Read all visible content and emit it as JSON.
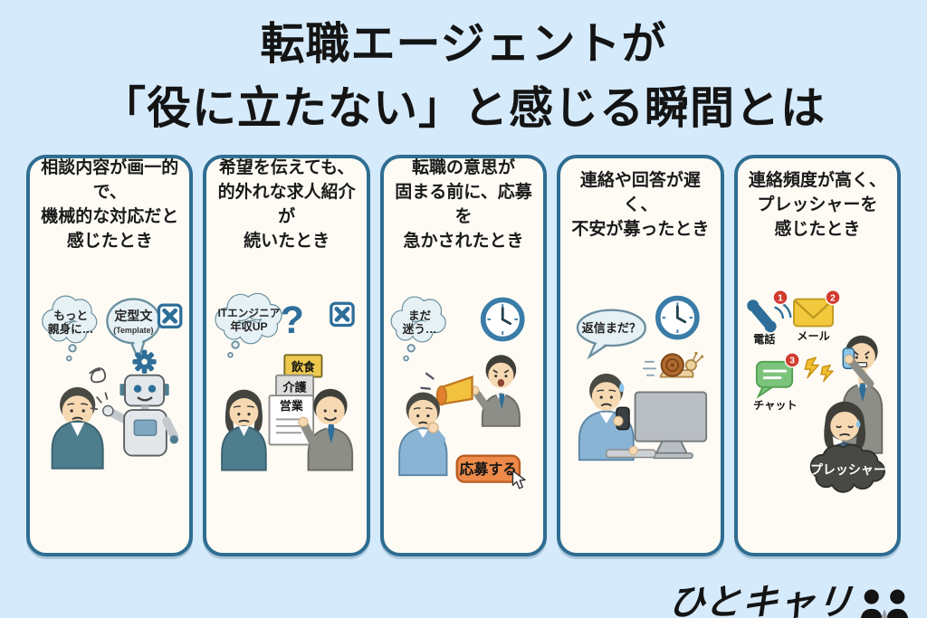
{
  "title": {
    "lines": [
      "転職エージェントが",
      "「役に立たない」と感じる瞬間とは"
    ]
  },
  "panels": [
    {
      "id": "uniform-response",
      "heading_lines": [
        "相談内容が画一的で、",
        "機械的な対応だと",
        "感じたとき"
      ],
      "thought_bubble_lines": [
        "もっと",
        "親身に…"
      ],
      "speech_bubble_lines": [
        "定型文",
        "(Template)"
      ]
    },
    {
      "id": "irrelevant-jobs",
      "heading_lines": [
        "希望を伝えても、",
        "的外れな求人紹介が",
        "続いたとき"
      ],
      "thought_bubble_lines": [
        "ITエンジニア",
        "年収UP"
      ],
      "question_mark": "?",
      "job_cards": [
        "飲食",
        "介護",
        "営業"
      ]
    },
    {
      "id": "rushed-application",
      "heading_lines": [
        "転職の意思が",
        "固まる前に、応募を",
        "急かされたとき"
      ],
      "thought_bubble_lines": [
        "まだ",
        "迷う…"
      ],
      "apply_button_label": "応募する"
    },
    {
      "id": "slow-response",
      "heading_lines": [
        "連絡や回答が遅く、",
        "不安が募ったとき"
      ],
      "speech_bubble_text": "返信まだ？"
    },
    {
      "id": "high-pressure",
      "heading_lines": [
        "連絡頻度が高く、",
        "プレッシャーを",
        "感じたとき"
      ],
      "channels": [
        {
          "label": "電話",
          "badge": "1"
        },
        {
          "label": "メール",
          "badge": "2"
        },
        {
          "label": "チャット",
          "badge": "3"
        }
      ],
      "pressure_label": "プレッシャー"
    }
  ],
  "logo": {
    "text": "ひとキャリ"
  },
  "colors": {
    "background": "#d5eafb",
    "panel_background": "#fdfbf4",
    "panel_border": "#2f6d92",
    "accent_blue": "#2e6e99",
    "bubble_fill": "#e6f1f5",
    "button_orange": "#ed8a4a",
    "badge_red": "#d13b2e",
    "card_yellow": "#ecc94e",
    "mail_yellow": "#f2c93c",
    "chat_green": "#7cc47c",
    "pressure_dark": "#484844"
  }
}
